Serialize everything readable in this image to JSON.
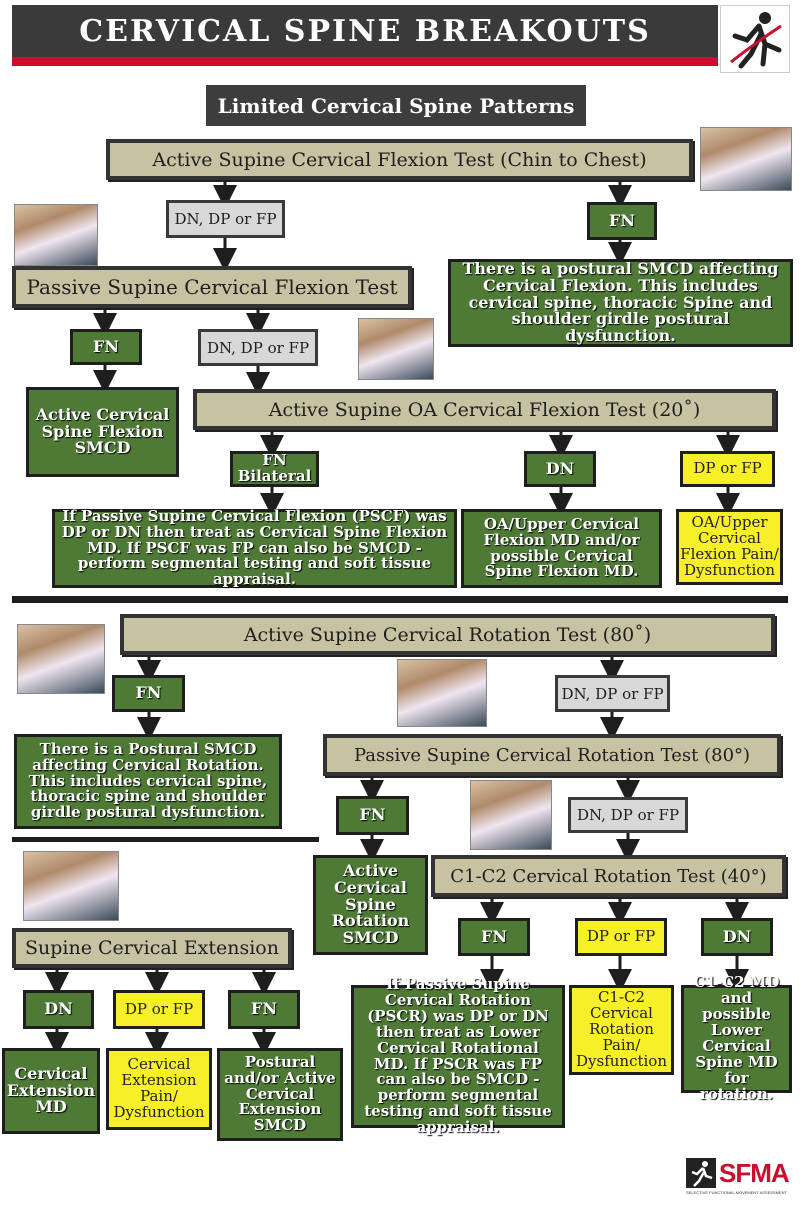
{
  "header": {
    "title": "CERVICAL SPINE BREAKOUTS"
  },
  "colors": {
    "tan": "#c7c2a1",
    "green": "#4e7a36",
    "yellow": "#f7ef28",
    "red": "#c8102e",
    "dark": "#3d3d3d"
  },
  "section1": {
    "subtitle": "Limited Cervical Spine Patterns",
    "active_flexion_test": "Active Supine Cervical Flexion Test (Chin to Chest)",
    "dn_dp_fp": "DN, DP or FP",
    "fn": "FN",
    "postural_flexion_result": "There is a postural SMCD affecting Cervical Flexion. This includes cervical spine, thoracic Spine and shoulder girdle postural dysfunction.",
    "passive_flexion_test": "Passive Supine Cervical Flexion Test",
    "passive_fn": "FN",
    "passive_dn_dp_fp": "DN, DP or FP",
    "active_flexion_smcd": "Active Cervical Spine Flexion SMCD",
    "oa_flexion_test": "Active Supine OA Cervical Flexion Test (20˚)",
    "fn_bilateral": "FN Bilateral",
    "oa_dn": "DN",
    "oa_dp_fp": "DP or FP",
    "pscf_result": "If Passive Supine Cervical Flexion (PSCF) was DP or DN then treat as Cervical Spine Flexion MD.  If PSCF was FP can also be SMCD - perform segmental testing and soft tissue appraisal.",
    "oa_md_result": "OA/Upper Cervical Flexion MD and/or possible Cervical Spine Flexion MD.",
    "oa_pain_result": "OA/Upper Cervical Flexion Pain/ Dysfunction"
  },
  "section2": {
    "active_rotation_test": "Active Supine Cervical Rotation Test (80˚)",
    "fn": "FN",
    "dn_dp_fp": "DN, DP or FP",
    "postural_rotation_result": "There is a Postural SMCD affecting Cervical Rotation.  This includes cervical spine, thoracic spine and shoulder girdle postural dysfunction.",
    "passive_rotation_test": "Passive Supine Cervical Rotation Test (80°)",
    "passive_fn": "FN",
    "passive_dn_dp_fp": "DN, DP or FP",
    "active_rotation_smcd": "Active Cervical Spine Rotation SMCD",
    "c1c2_test": "C1-C2 Cervical Rotation Test (40°)",
    "c1c2_fn": "FN",
    "c1c2_dp_fp": "DP or FP",
    "c1c2_dn": "DN",
    "pscr_result": "If Passive Supine Cervical Rotation (PSCR) was DP or DN then treat as Lower Cervical Rotational MD. If PSCR was FP can also be SMCD - perform segmental testing and soft tissue appraisal.",
    "c1c2_pain_result": "C1-C2 Cervical Rotation Pain/ Dysfunction",
    "c1c2_md_result": "C1-C2 MD and possible Lower Cervical Spine MD for rotation."
  },
  "section3": {
    "extension_test": "Supine Cervical Extension",
    "dn": "DN",
    "dp_fp": "DP or FP",
    "fn": "FN",
    "extension_md": "Cervical Extension MD",
    "extension_pain": "Cervical Extension Pain/ Dysfunction",
    "extension_smcd": "Postural and/or Active Cervical Extension SMCD"
  },
  "footer": {
    "logo_text": "SFMA",
    "logo_tagline": "SELECTIVE FUNCTIONAL MOVEMENT ASSESSMENT"
  }
}
